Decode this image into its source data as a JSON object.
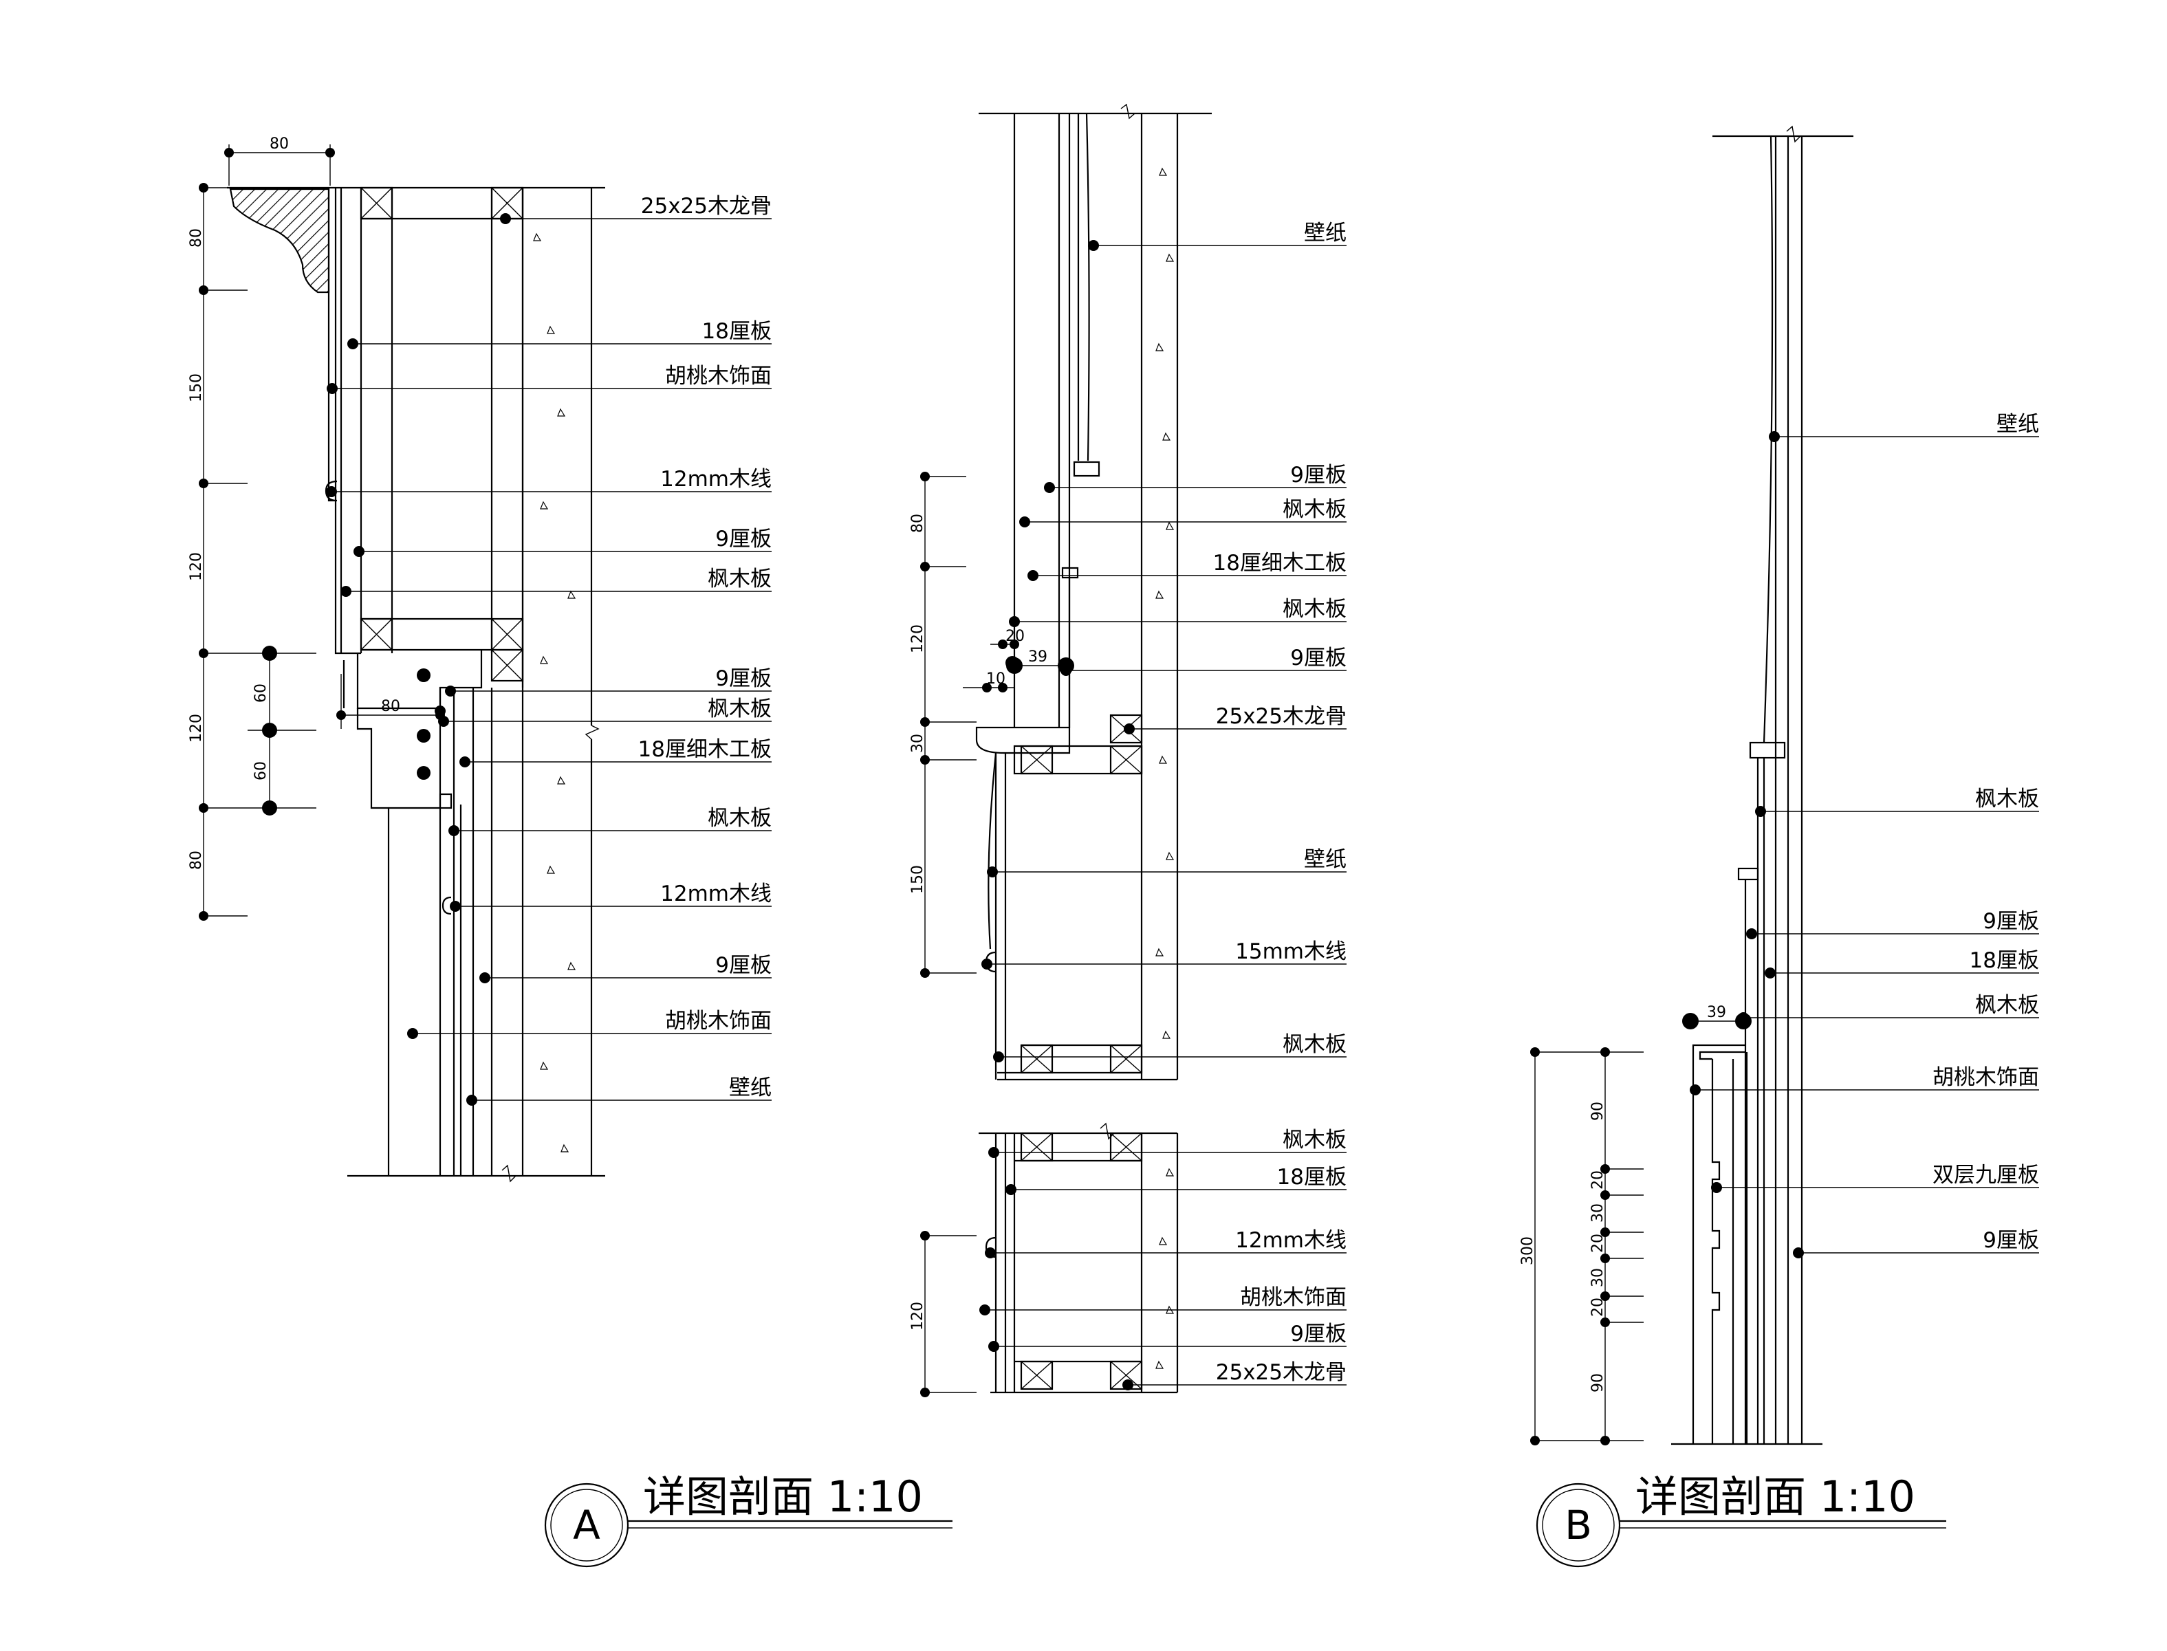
{
  "detail_A": {
    "title": "详图剖面  1:10",
    "tag": "A",
    "labels": [
      "25x25木龙骨",
      "18厘板",
      "胡桃木饰面",
      "12mm木线",
      "9厘板",
      "枫木板",
      "9厘板",
      "枫木板",
      "18厘细木工板",
      "枫木板",
      "12mm木线",
      "9厘板",
      "胡桃木饰面",
      "壁纸"
    ],
    "dims_vertical": [
      "80",
      "150",
      "120",
      "120",
      "80"
    ],
    "dims_inner": [
      "60",
      "60"
    ],
    "dims_horizontal": [
      "80",
      "80"
    ]
  },
  "detail_middle_upper": {
    "labels": [
      "壁纸",
      "9厘板",
      "枫木板",
      "18厘细木工板",
      "枫木板",
      "9厘板",
      "25x25木龙骨",
      "壁纸",
      "15mm木线",
      "枫木板"
    ],
    "dims_vertical": [
      "80",
      "120",
      "30",
      "150"
    ],
    "dims_small": [
      "39",
      "20",
      "10"
    ]
  },
  "detail_middle_lower": {
    "labels": [
      "枫木板",
      "18厘板",
      "12mm木线",
      "胡桃木饰面",
      "9厘板",
      "25x25木龙骨"
    ],
    "dims_vertical": [
      "120"
    ]
  },
  "detail_B": {
    "title": "详图剖面  1:10",
    "tag": "B",
    "labels": [
      "壁纸",
      "枫木板",
      "9厘板",
      "18厘板",
      "枫木板",
      "胡桃木饰面",
      "双层九厘板",
      "9厘板"
    ],
    "dims_total": "300",
    "dims_parts": [
      "90",
      "20",
      "30",
      "20",
      "30",
      "20",
      "90"
    ],
    "dims_small": [
      "39"
    ]
  }
}
